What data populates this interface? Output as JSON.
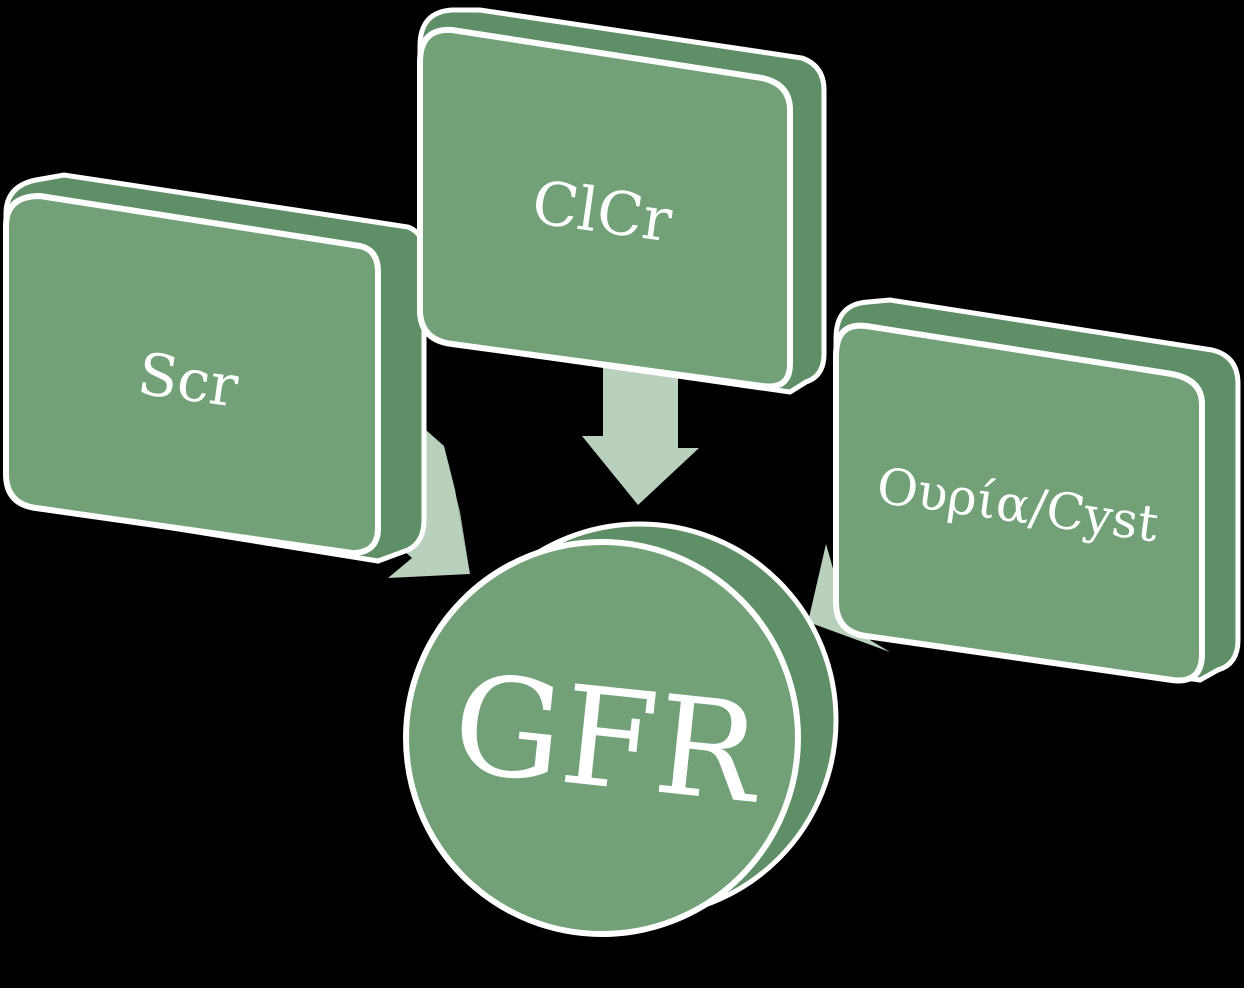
{
  "colors": {
    "background": "#000000",
    "node_fill": "#72a178",
    "node_side": "#5f8f66",
    "node_stroke": "#ffffff",
    "arrow_fill": "#b9d0bc"
  },
  "nodes": {
    "scr": "Scr",
    "clcr": "ClCr",
    "urine_cyst": "Ουρία/Cyst",
    "gfr": "GFR"
  }
}
